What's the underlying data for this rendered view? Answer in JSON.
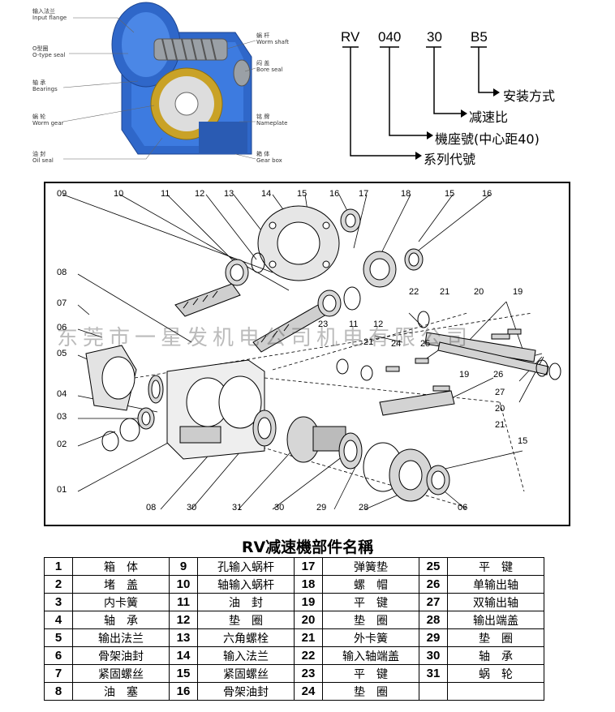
{
  "photo": {
    "labels": [
      {
        "cn": "输入法兰",
        "en": "Input flange"
      },
      {
        "cn": "O型圈",
        "en": "O-type seal"
      },
      {
        "cn": "轴 承",
        "en": "Bearings"
      },
      {
        "cn": "蜗 轮",
        "en": "Worm gear"
      },
      {
        "cn": "油 封",
        "en": "Oil seal"
      },
      {
        "cn": "蜗 杆",
        "en": "Worm shaft"
      },
      {
        "cn": "闷 盖",
        "en": "Bore seal"
      },
      {
        "cn": "铭 牌",
        "en": "Nameplate"
      },
      {
        "cn": "箱 体",
        "en": "Gear box"
      }
    ]
  },
  "model_code": {
    "parts": [
      "RV",
      "040",
      "30",
      "B5"
    ],
    "desc": [
      "安装方式",
      "减速比",
      "機座號(中心距40)",
      "系列代號"
    ]
  },
  "exploded": {
    "part_numbers": [
      {
        "n": "09"
      },
      {
        "n": "10"
      },
      {
        "n": "11"
      },
      {
        "n": "12"
      },
      {
        "n": "13"
      },
      {
        "n": "14"
      },
      {
        "n": "15"
      },
      {
        "n": "16"
      },
      {
        "n": "17"
      },
      {
        "n": "18"
      },
      {
        "n": "15"
      },
      {
        "n": "16"
      },
      {
        "n": "08"
      },
      {
        "n": "07"
      },
      {
        "n": "06"
      },
      {
        "n": "05"
      },
      {
        "n": "04"
      },
      {
        "n": "03"
      },
      {
        "n": "02"
      },
      {
        "n": "01"
      },
      {
        "n": "08"
      },
      {
        "n": "30"
      },
      {
        "n": "31"
      },
      {
        "n": "30"
      },
      {
        "n": "29"
      },
      {
        "n": "28"
      },
      {
        "n": "06"
      },
      {
        "n": "15"
      },
      {
        "n": "22"
      },
      {
        "n": "21"
      },
      {
        "n": "20"
      },
      {
        "n": "19"
      },
      {
        "n": "23"
      },
      {
        "n": "11"
      },
      {
        "n": "12"
      },
      {
        "n": "21"
      },
      {
        "n": "24"
      },
      {
        "n": "25"
      },
      {
        "n": "19"
      },
      {
        "n": "26"
      },
      {
        "n": "27"
      },
      {
        "n": "20"
      },
      {
        "n": "21"
      }
    ],
    "watermark": "东莞市一星发机电公司机电有限公司"
  },
  "table": {
    "title": "RV减速機部件名稱",
    "rows": [
      [
        {
          "n": "1",
          "name": "箱　体"
        },
        {
          "n": "9",
          "name": "孔输入蜗杆"
        },
        {
          "n": "17",
          "name": "弹簧垫"
        },
        {
          "n": "25",
          "name": "平　键"
        }
      ],
      [
        {
          "n": "2",
          "name": "堵　盖"
        },
        {
          "n": "10",
          "name": "轴输入蜗杆"
        },
        {
          "n": "18",
          "name": "螺　帽"
        },
        {
          "n": "26",
          "name": "单输出轴"
        }
      ],
      [
        {
          "n": "3",
          "name": "内卡簧"
        },
        {
          "n": "11",
          "name": "油　封"
        },
        {
          "n": "19",
          "name": "平　键"
        },
        {
          "n": "27",
          "name": "双输出轴"
        }
      ],
      [
        {
          "n": "4",
          "name": "轴　承"
        },
        {
          "n": "12",
          "name": "垫　圈"
        },
        {
          "n": "20",
          "name": "垫　圈"
        },
        {
          "n": "28",
          "name": "输出端盖"
        }
      ],
      [
        {
          "n": "5",
          "name": "输出法兰"
        },
        {
          "n": "13",
          "name": "六角螺栓"
        },
        {
          "n": "21",
          "name": "外卡簧"
        },
        {
          "n": "29",
          "name": "垫　圈"
        }
      ],
      [
        {
          "n": "6",
          "name": "骨架油封"
        },
        {
          "n": "14",
          "name": "输入法兰"
        },
        {
          "n": "22",
          "name": "输入轴端盖"
        },
        {
          "n": "30",
          "name": "轴　承"
        }
      ],
      [
        {
          "n": "7",
          "name": "紧固螺丝"
        },
        {
          "n": "15",
          "name": "紧固螺丝"
        },
        {
          "n": "23",
          "name": "平　键"
        },
        {
          "n": "31",
          "name": "蜗　轮"
        }
      ],
      [
        {
          "n": "8",
          "name": "油　塞"
        },
        {
          "n": "16",
          "name": "骨架油封"
        },
        {
          "n": "24",
          "name": "垫　圈"
        },
        {
          "n": "",
          "name": ""
        }
      ]
    ]
  },
  "colors": {
    "housing_blue": "#2f67c9",
    "gear_gold": "#c9a227",
    "metal": "#9aa0a6"
  }
}
